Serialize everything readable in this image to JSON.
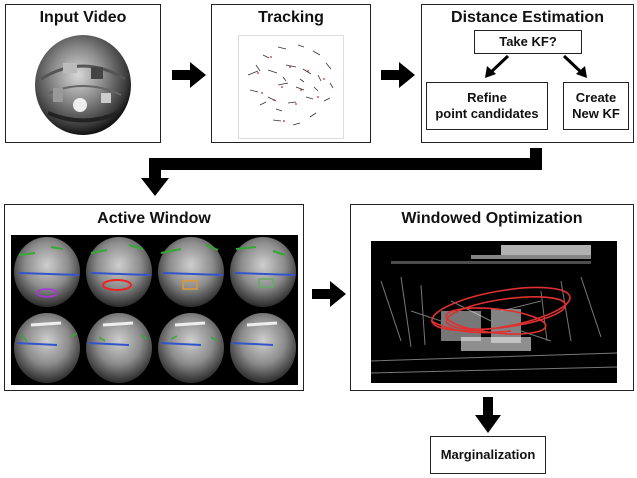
{
  "stages": {
    "input_video": {
      "title": "Input Video"
    },
    "tracking": {
      "title": "Tracking"
    },
    "distance_estimation": {
      "title": "Distance Estimation",
      "decision": "Take KF?",
      "left_option_line1": "Refine",
      "left_option_line2": "point candidates",
      "right_option_line1": "Create",
      "right_option_line2": "New KF"
    },
    "active_window": {
      "title": "Active Window"
    },
    "windowed_optimization": {
      "title": "Windowed Optimization"
    },
    "marginalization": {
      "title": "Marginalization"
    }
  },
  "colors": {
    "arrow": "#000000",
    "border": "#222222",
    "point_cloud_background": "#000000",
    "trajectory": "#e03030"
  }
}
